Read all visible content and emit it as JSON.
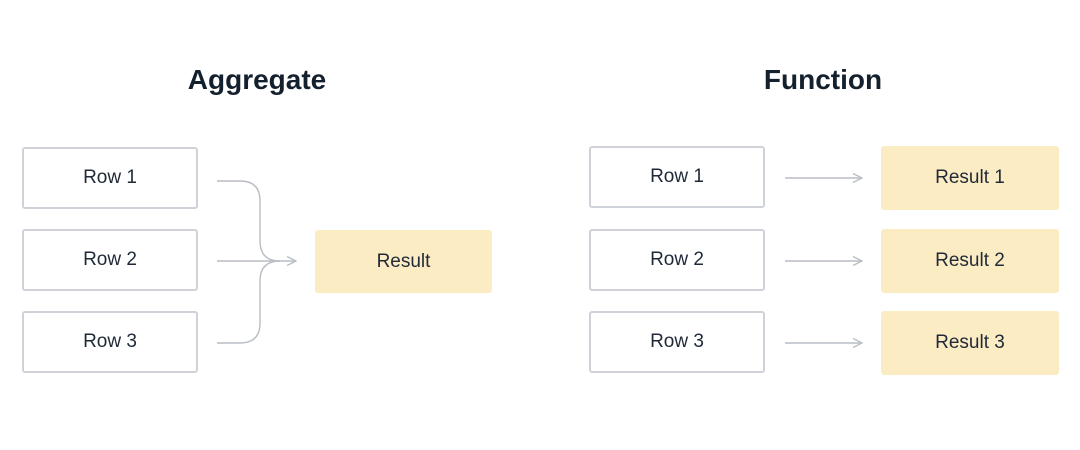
{
  "aggregate": {
    "title": "Aggregate",
    "rows": [
      "Row 1",
      "Row 2",
      "Row 3"
    ],
    "result": "Result"
  },
  "function": {
    "title": "Function",
    "rows": [
      "Row 1",
      "Row 2",
      "Row 3"
    ],
    "results": [
      "Result 1",
      "Result 2",
      "Result 3"
    ]
  },
  "colors": {
    "row_border": "#cfd3d9",
    "result_fill": "#fcecc4",
    "connector": "#b9bec6",
    "title_text": "#14202e"
  }
}
